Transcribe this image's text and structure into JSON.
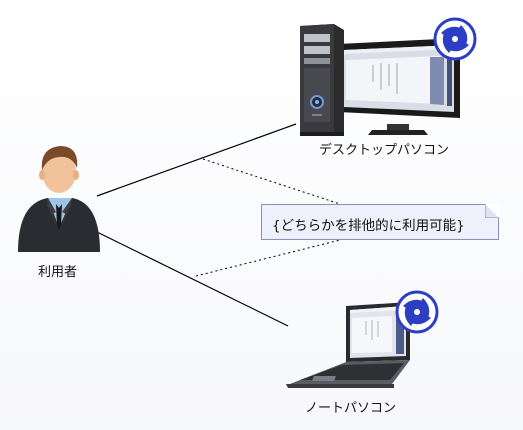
{
  "user": {
    "label": "利用者"
  },
  "desktop": {
    "label": "デスクトップパソコン"
  },
  "laptop": {
    "label": "ノートパソコン"
  },
  "note": {
    "text": "{どちらかを排他的に利用可能}"
  },
  "icons": {
    "user": "person-icon",
    "desktop": "desktop-pc-icon",
    "laptop": "laptop-pc-icon",
    "badge": "eclipse-logo-icon"
  },
  "colors": {
    "line": "#000000",
    "note_bg": "#eef0fb",
    "note_border": "#8a8fb5",
    "badge": "#2c3fc4"
  }
}
